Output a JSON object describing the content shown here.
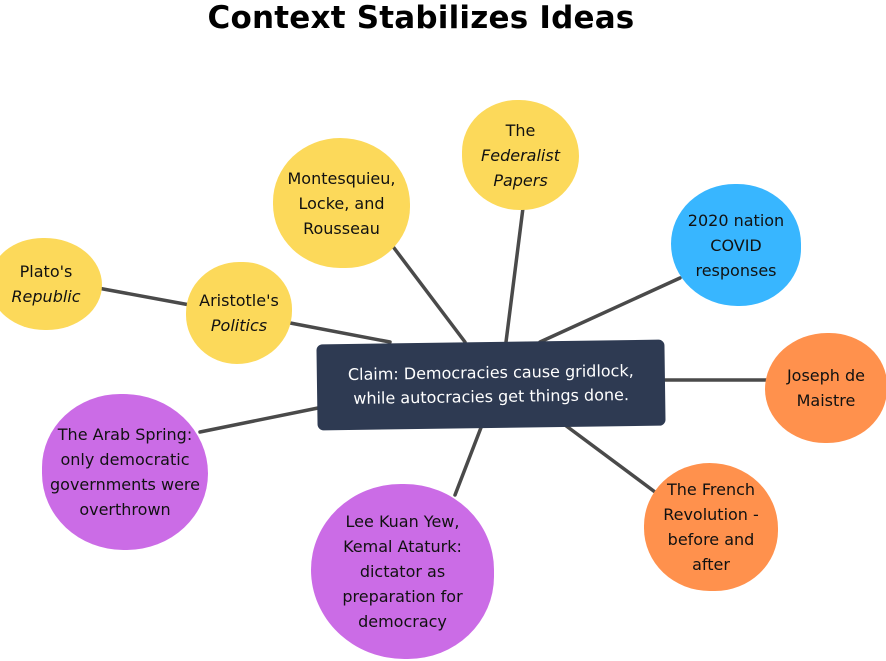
{
  "title": "Context Stabilizes Ideas",
  "center": {
    "line1": "Claim: Democracies cause gridlock,",
    "line2": "while autocracies get things done."
  },
  "nodes": {
    "plato": {
      "line1": "Plato's",
      "line2": "Republic"
    },
    "aristotle": {
      "line1": "Aristotle's",
      "line2": "Politics"
    },
    "montesquieu": {
      "line1": "Montesquieu,",
      "line2": "Locke, and",
      "line3": "Rousseau"
    },
    "federalist": {
      "line1": "The",
      "line2": "Federalist",
      "line3": "Papers"
    },
    "covid": {
      "line1": "2020 nation",
      "line2": "COVID",
      "line3": "responses"
    },
    "maistre": {
      "line1": "Joseph de",
      "line2": "Maistre"
    },
    "french": {
      "line1": "The French",
      "line2": "Revolution -",
      "line3": "before and",
      "line4": "after"
    },
    "leekuanyew": {
      "line1": "Lee Kuan Yew,",
      "line2": "Kemal Ataturk:",
      "line3": "dictator as",
      "line4": "preparation for",
      "line5": "democracy"
    },
    "arab": {
      "line1": "The Arab Spring:",
      "line2": "only democratic",
      "line3": "governments were",
      "line4": "overthrown"
    }
  },
  "colors": {
    "yellow": "#fcd95a",
    "blue": "#38b6ff",
    "orange": "#ff914d",
    "purple": "#cb6ce6",
    "center": "#2e3a52",
    "line": "#4a4a4a"
  }
}
